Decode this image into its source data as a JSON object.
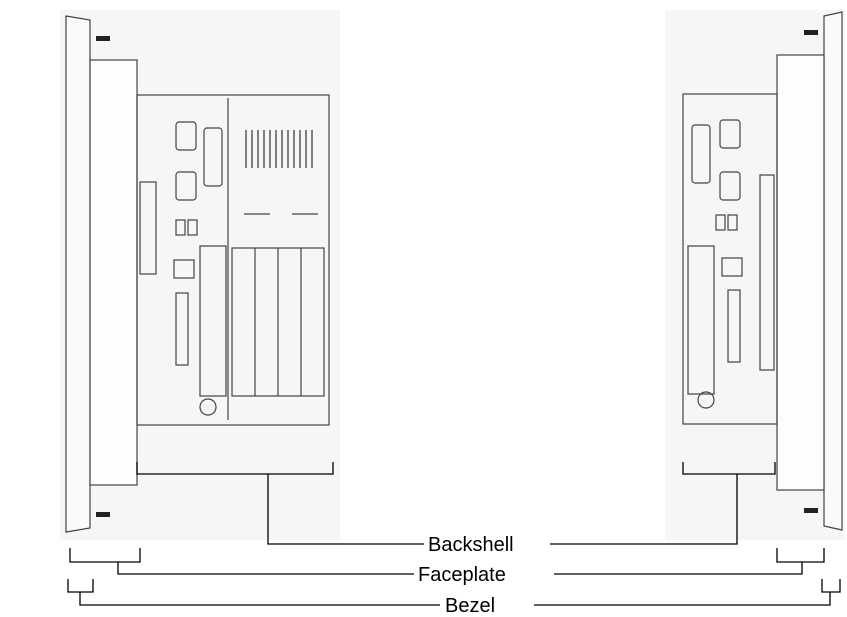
{
  "labels": {
    "backshell": "Backshell",
    "faceplate": "Faceplate",
    "bezel": "Bezel"
  },
  "colors": {
    "line": "#000000",
    "panel_bg": "#f3f3f3",
    "panel_stroke": "#555555"
  }
}
